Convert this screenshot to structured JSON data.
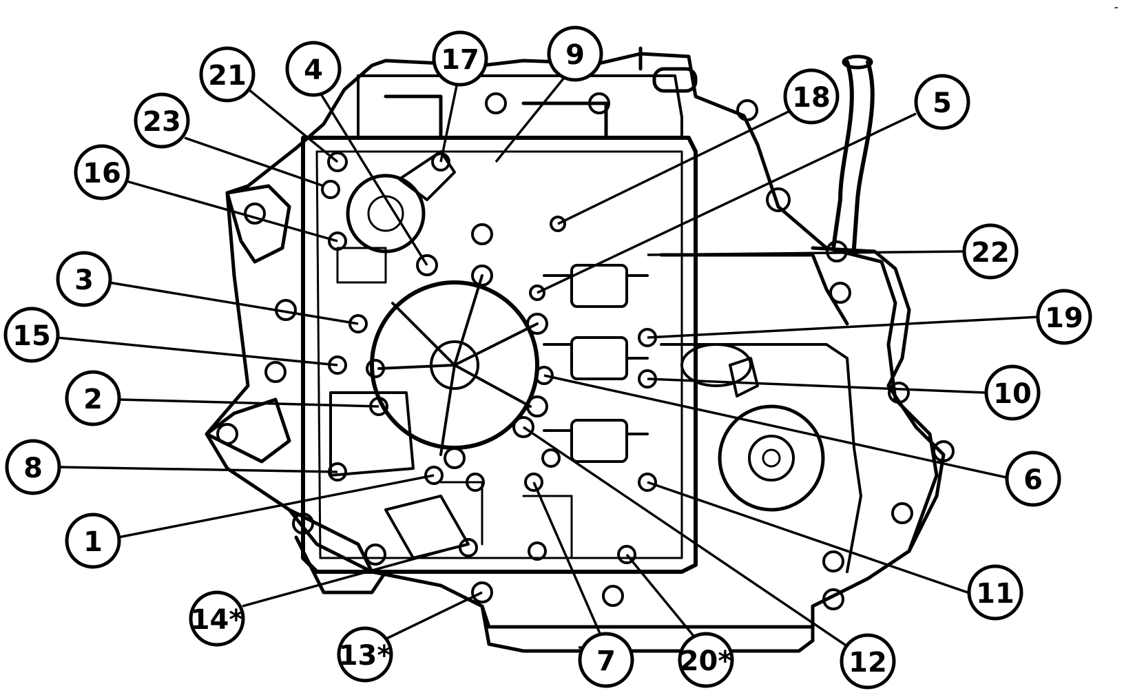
{
  "corner_mark": "-",
  "callouts": [
    {
      "id": "c21",
      "label": "21"
    },
    {
      "id": "c4",
      "label": "4"
    },
    {
      "id": "c17",
      "label": "17"
    },
    {
      "id": "c9",
      "label": "9"
    },
    {
      "id": "c18",
      "label": "18"
    },
    {
      "id": "c5",
      "label": "5"
    },
    {
      "id": "c23",
      "label": "23"
    },
    {
      "id": "c16",
      "label": "16"
    },
    {
      "id": "c3",
      "label": "3"
    },
    {
      "id": "c15",
      "label": "15"
    },
    {
      "id": "c2",
      "label": "2"
    },
    {
      "id": "c8",
      "label": "8"
    },
    {
      "id": "c1",
      "label": "1"
    },
    {
      "id": "c14",
      "label": "14*"
    },
    {
      "id": "c13",
      "label": "13*"
    },
    {
      "id": "c7",
      "label": "7"
    },
    {
      "id": "c20",
      "label": "20*"
    },
    {
      "id": "c12",
      "label": "12"
    },
    {
      "id": "c11",
      "label": "11"
    },
    {
      "id": "c6",
      "label": "6"
    },
    {
      "id": "c10",
      "label": "10"
    },
    {
      "id": "c19",
      "label": "19"
    },
    {
      "id": "c22",
      "label": "22"
    }
  ]
}
